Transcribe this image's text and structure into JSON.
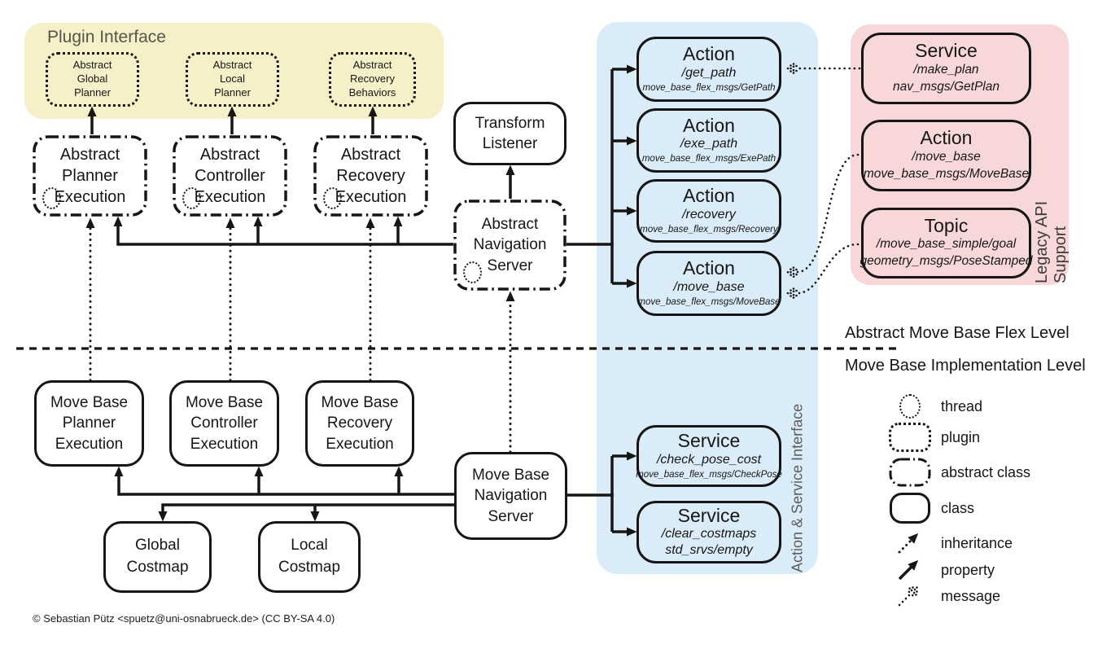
{
  "regions": {
    "plugin_interface": "Plugin Interface",
    "legacy_api": "Legacy API Support",
    "action_service_interface": "Action & Service Interface"
  },
  "levels": {
    "abstract": "Abstract Move Base Flex Level",
    "implementation": "Move Base Implementation Level"
  },
  "nodes": {
    "abstract_global_planner": "Abstract\nGlobal\nPlanner",
    "abstract_local_planner": "Abstract\nLocal\nPlanner",
    "abstract_recovery_behaviors": "Abstract\nRecovery\nBehaviors",
    "abstract_planner_execution": "Abstract\nPlanner\nExecution",
    "abstract_controller_execution": "Abstract\nController\nExecution",
    "abstract_recovery_execution": "Abstract\nRecovery\nExecution",
    "transform_listener": "Transform\nListener",
    "abstract_navigation_server": "Abstract\nNavigation\nServer",
    "move_base_planner_execution": "Move Base\nPlanner\nExecution",
    "move_base_controller_execution": "Move Base\nController\nExecution",
    "move_base_recovery_execution": "Move Base\nRecovery\nExecution",
    "move_base_navigation_server": "Move Base\nNavigation\nServer",
    "global_costmap": "Global\nCostmap",
    "local_costmap": "Local\nCostmap"
  },
  "interfaces": {
    "get_path": {
      "kind": "Action",
      "topic": "/get_path",
      "type": "move_base_flex_msgs/GetPath"
    },
    "exe_path": {
      "kind": "Action",
      "topic": "/exe_path",
      "type": "move_base_flex_msgs/ExePath"
    },
    "recovery": {
      "kind": "Action",
      "topic": "/recovery",
      "type": "move_base_flex_msgs/Recovery"
    },
    "move_base": {
      "kind": "Action",
      "topic": "/move_base",
      "type": "move_base_flex_msgs/MoveBase"
    },
    "check_pose_cost": {
      "kind": "Service",
      "topic": "/check_pose_cost",
      "type": "move_base_flex_msgs/CheckPose"
    },
    "clear_costmaps": {
      "kind": "Service",
      "topic": "/clear_costmaps",
      "type": "std_srvs/empty"
    },
    "make_plan": {
      "kind": "Service",
      "topic": "/make_plan",
      "type": "nav_msgs/GetPlan"
    },
    "legacy_move_base": {
      "kind": "Action",
      "topic": "/move_base",
      "type": "move_base_msgs/MoveBase"
    },
    "move_base_simple_goal": {
      "kind": "Topic",
      "topic": "/move_base_simple/goal",
      "type": "geometry_msgs/PoseStamped"
    }
  },
  "legend": {
    "items": [
      {
        "label": "thread"
      },
      {
        "label": "plugin"
      },
      {
        "label": "abstract class"
      },
      {
        "label": "class"
      },
      {
        "label": "inheritance"
      },
      {
        "label": "property"
      },
      {
        "label": "message"
      }
    ]
  },
  "footer": {
    "copyright": "© Sebastian Pütz <spuetz@uni-osnabrueck.de> (CC BY-SA 4.0)"
  },
  "colors": {
    "plugin_region": "#f5f0c8",
    "interface_region": "#daecf7",
    "legacy_region": "#f8d7d8",
    "stroke": "#161616"
  }
}
